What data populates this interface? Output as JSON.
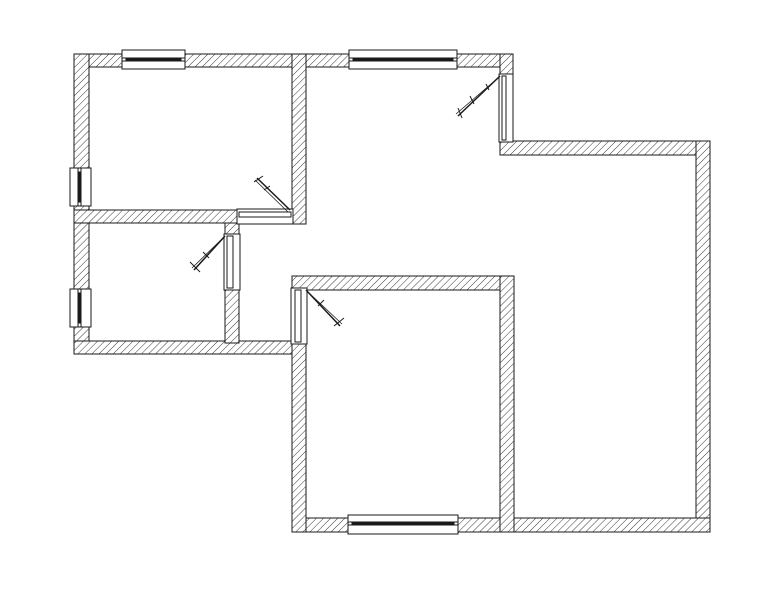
{
  "diagram": {
    "kind": "floor-plan",
    "rooms": [
      {
        "id": "bedroom-top-left"
      },
      {
        "id": "small-room-bottom-left"
      },
      {
        "id": "hallway"
      },
      {
        "id": "large-room-right"
      },
      {
        "id": "inner-room-center"
      }
    ],
    "windows": [
      {
        "id": "window-top-left",
        "wall": "top"
      },
      {
        "id": "window-top-center",
        "wall": "top"
      },
      {
        "id": "window-left-upper",
        "wall": "left"
      },
      {
        "id": "window-left-lower",
        "wall": "left"
      },
      {
        "id": "window-bottom",
        "wall": "bottom"
      }
    ],
    "doors": [
      {
        "id": "door-top-right-room"
      },
      {
        "id": "door-top-left-room"
      },
      {
        "id": "door-small-room"
      },
      {
        "id": "door-inner-room"
      }
    ],
    "colors": {
      "line": "#1a1a1a",
      "hatch": "#3a3a3a",
      "background": "#ffffff"
    }
  }
}
